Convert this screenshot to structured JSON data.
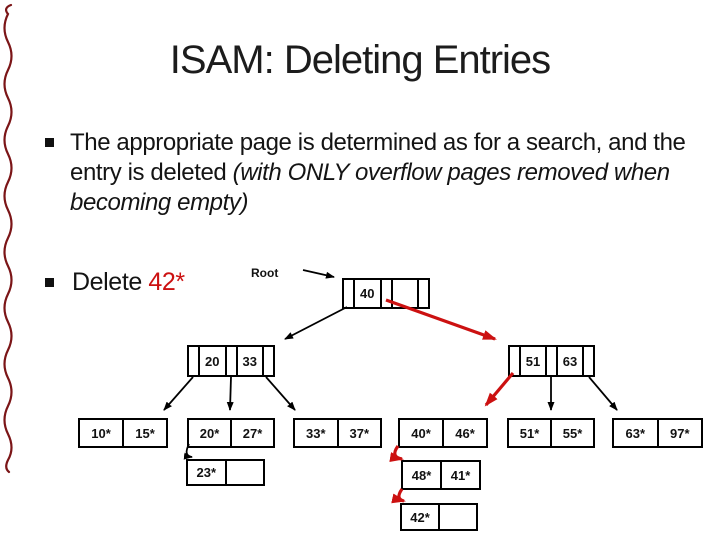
{
  "slide": {
    "title": "ISAM: Deleting Entries",
    "bullet1": {
      "line1_normal": "The appropriate page is determined as for a search, and the",
      "line2_normal": "entry is deleted ",
      "line2_italic": "(with ONLY overflow pages removed when",
      "line3_italic": "becoming empty)"
    },
    "bullet2": {
      "normal": "Delete ",
      "highlight": "42*"
    }
  },
  "colors": {
    "highlight_red": "#cc1111",
    "arrow_red": "#cc1111",
    "arrow_black": "#000000",
    "left_ornament_maroon": "#7b1517"
  },
  "tree": {
    "root_label": "Root",
    "root_keys": [
      "40",
      ""
    ],
    "inner_left_keys": [
      "20",
      "33"
    ],
    "inner_right_keys": [
      "51",
      "63"
    ],
    "leaves": [
      [
        "10*",
        "15*"
      ],
      [
        "20*",
        "27*"
      ],
      [
        "33*",
        "37*"
      ],
      [
        "40*",
        "46*"
      ],
      [
        "51*",
        "55*"
      ],
      [
        "63*",
        "97*"
      ]
    ],
    "overflow": [
      [
        "23*",
        ""
      ],
      [
        "48*",
        "41*"
      ],
      [
        "42*",
        ""
      ]
    ]
  }
}
